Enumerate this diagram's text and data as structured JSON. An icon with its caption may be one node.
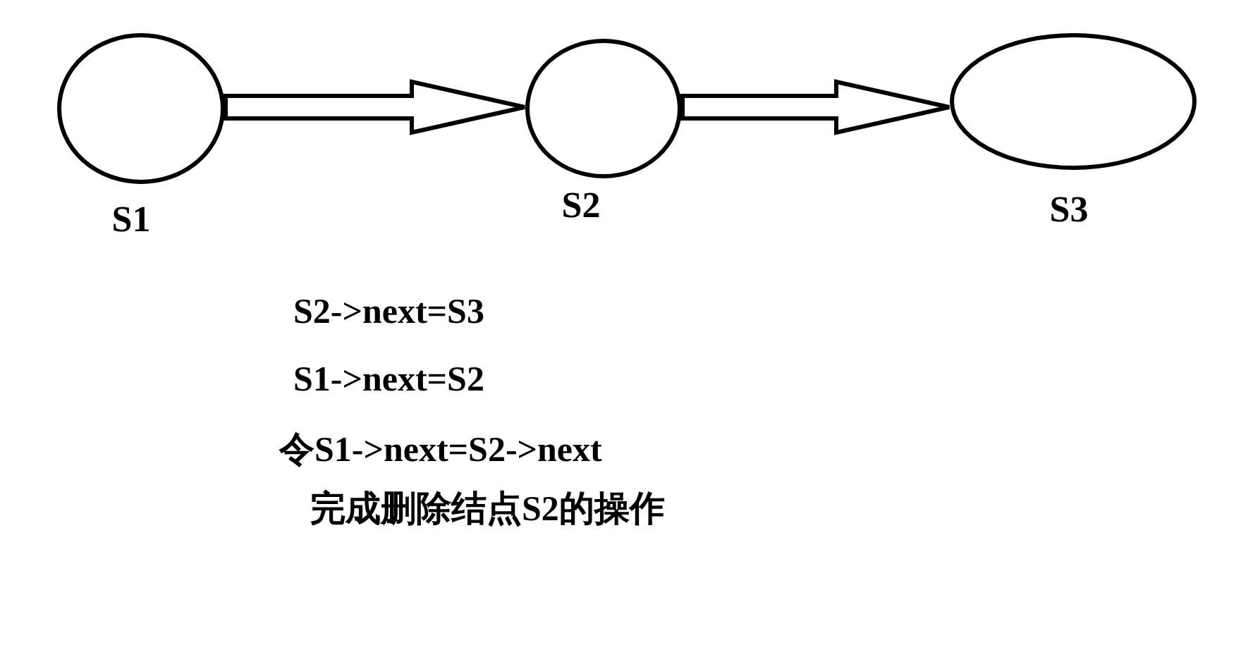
{
  "diagram": {
    "nodes": [
      {
        "text": [
          "S1"
        ]
      },
      {
        "text": [
          "S2"
        ]
      },
      {
        "text": [
          "S3"
        ]
      }
    ],
    "edges": [
      {
        "from": 0,
        "to": 1,
        "arrow": "to"
      },
      {
        "from": 1,
        "to": 2,
        "arrow": "to"
      }
    ],
    "labels": [
      "S2->next=S3",
      "S1->next=S2",
      "令S1->next=S2->next",
      "完成删除结点S2的操作"
    ]
  }
}
